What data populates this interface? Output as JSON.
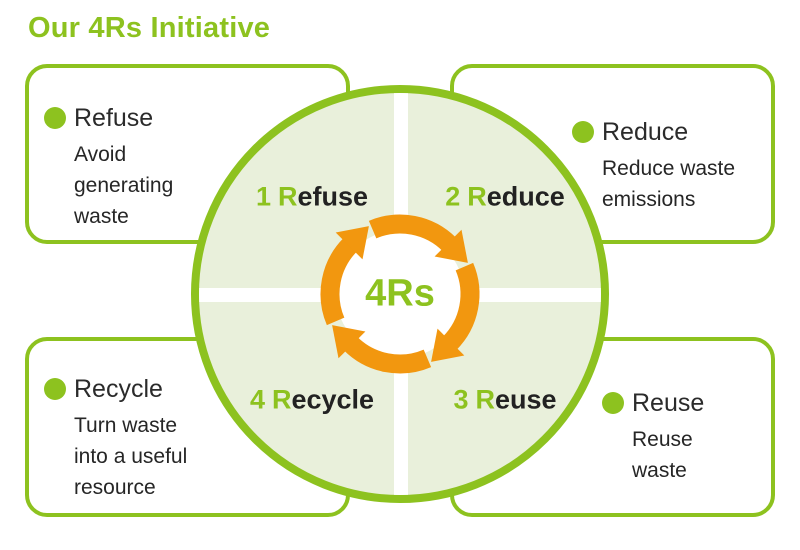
{
  "title": "Our 4Rs Initiative",
  "colors": {
    "green": "#8dc21f",
    "light_green": "#e9f0db",
    "orange": "#f2970f",
    "dark_text": "#262626"
  },
  "center": {
    "label": "4Rs",
    "icon": "recycle-cycle-arrows-icon"
  },
  "quadrants": [
    {
      "number": "1",
      "initial": "R",
      "rest": "efuse"
    },
    {
      "number": "2",
      "initial": "R",
      "rest": "educe"
    },
    {
      "number": "3",
      "initial": "R",
      "rest": "euse"
    },
    {
      "number": "4",
      "initial": "R",
      "rest": "ecycle"
    }
  ],
  "callouts": [
    {
      "title": "Refuse",
      "description": "Avoid\ngenerating\nwaste"
    },
    {
      "title": "Reduce",
      "description": "Reduce waste\nemissions"
    },
    {
      "title": "Recycle",
      "description": "Turn waste\ninto a useful\nresource"
    },
    {
      "title": "Reuse",
      "description": "Reuse\nwaste"
    }
  ]
}
